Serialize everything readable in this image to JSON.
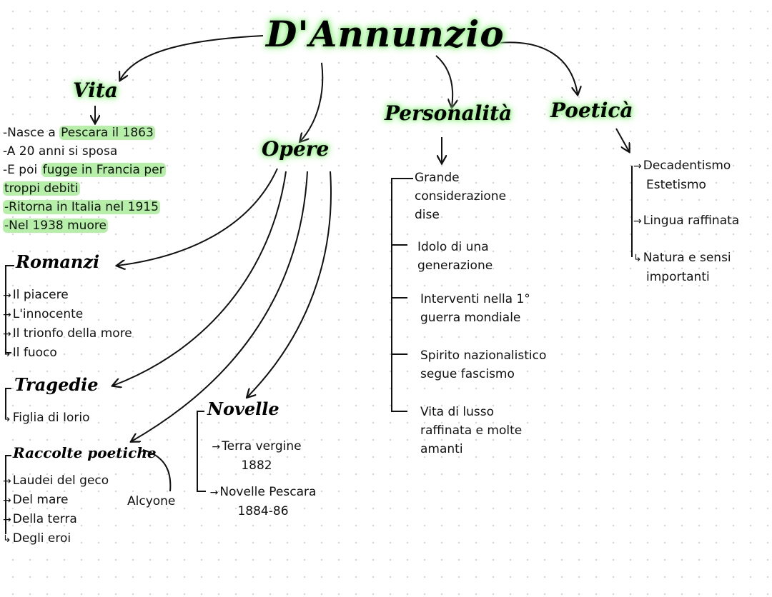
{
  "title": "D'Annunzio",
  "vita": {
    "heading": "Vita",
    "lines": [
      {
        "before": "-Nasce a ",
        "hl": "Pescara il 1863"
      },
      {
        "before": "-A 20 anni si sposa",
        "hl": ""
      },
      {
        "before": "-E poi ",
        "hl": "fugge in Francia per"
      },
      {
        "before": "",
        "hl": "troppi debiti"
      },
      {
        "before": "",
        "hl": "-Ritorna in Italia nel 1915"
      },
      {
        "before": "",
        "hl": "-Nel 1938 muore"
      }
    ]
  },
  "opere": {
    "heading": "Opere",
    "romanzi": {
      "heading": "Romanzi",
      "items": [
        "Il piacere",
        "L'innocente",
        "Il trionfo della more",
        "Il fuoco"
      ]
    },
    "tragedie": {
      "heading": "Tragedie",
      "items": [
        "Figlia di Iorio"
      ]
    },
    "raccolte": {
      "heading": "Raccolte poetiche",
      "items": [
        "Laudei del geco",
        "Del mare",
        "Della terra",
        "Degli eroi"
      ],
      "note": "Alcyone"
    },
    "novelle": {
      "heading": "Novelle",
      "items": [
        {
          "line1": "Terra vergine",
          "line2": "1882"
        },
        {
          "line1": "Novelle Pescara",
          "line2": "1884-86"
        }
      ]
    }
  },
  "personalita": {
    "heading": "Personalità",
    "items": [
      [
        "Grande",
        "considerazione",
        "dise"
      ],
      [
        "Idolo di una",
        "generazione"
      ],
      [
        "Interventi nella 1°",
        "guerra mondiale"
      ],
      [
        "Spirito nazionalistico",
        "segue fascismo"
      ],
      [
        "Vita di lusso",
        "raffinata e molte",
        "amanti"
      ]
    ]
  },
  "poetica": {
    "heading": "Poeticà",
    "items": [
      [
        "Decadentismo",
        "Estetismo"
      ],
      [
        "Lingua raffinata"
      ],
      [
        "Natura e sensi",
        "importanti"
      ]
    ]
  },
  "colors": {
    "highlight": "#b6f0a8",
    "glow": "#9bf28f",
    "ink": "#111111"
  }
}
